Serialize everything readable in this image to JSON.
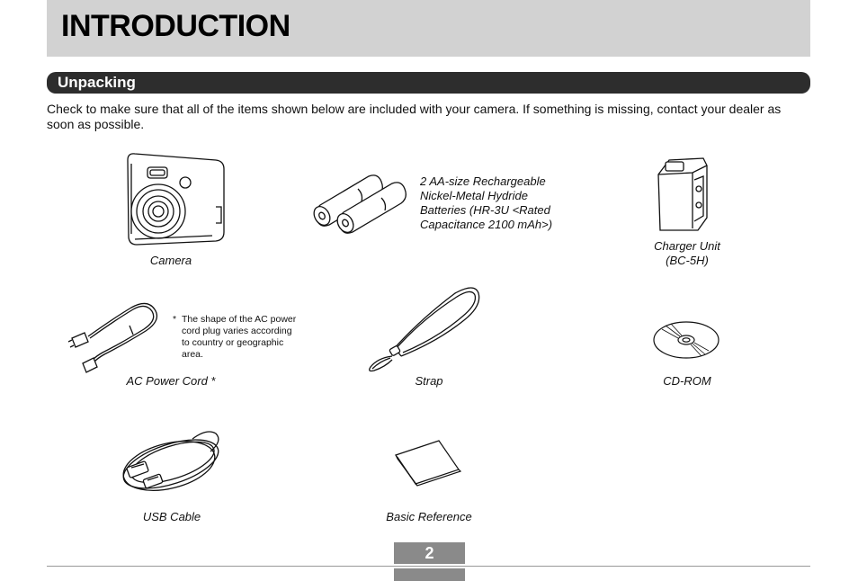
{
  "header": {
    "title": "INTRODUCTION"
  },
  "section": {
    "heading": "Unpacking"
  },
  "intro_text": "Check to make sure that all of the items shown below are included with your camera. If something is missing, contact your dealer as soon as possible.",
  "items": {
    "camera": "Camera",
    "batteries": [
      "2 AA-size Rechargeable",
      "Nickel-Metal Hydride",
      "Batteries (HR-3U <Rated",
      "Capacitance 2100 mAh>)"
    ],
    "charger": [
      "Charger Unit",
      "(BC-5H)"
    ],
    "ac_cord": "AC Power Cord *",
    "strap": "Strap",
    "cdrom": "CD-ROM",
    "usb": "USB Cable",
    "basic_ref": "Basic Reference"
  },
  "note": {
    "star": "*",
    "text": "The shape of the AC power cord plug varies according to country or geographic area."
  },
  "footer": {
    "page_number": "2"
  },
  "colors": {
    "title_bar": "#d2d2d2",
    "section_bar": "#2d2d2d",
    "page_box": "#8a8a8a"
  }
}
